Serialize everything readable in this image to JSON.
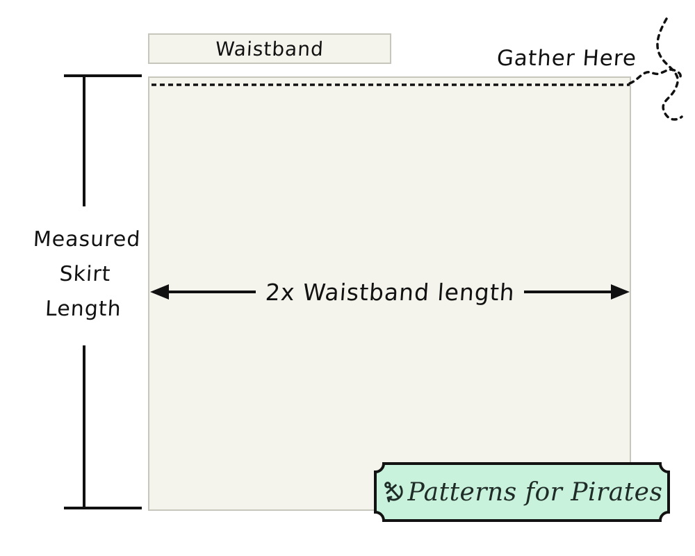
{
  "diagram": {
    "waistband": {
      "label": "Waistband"
    },
    "gather": {
      "label": "Gather Here"
    },
    "skirt_length": {
      "line1": "Measured",
      "line2": "Skirt",
      "line3": "Length"
    },
    "width_arrow": {
      "label": "2x Waistband length"
    },
    "colors": {
      "background": "#ffffff",
      "fabric_fill": "#f5f4ec",
      "fabric_border": "#c6c6bd",
      "ink": "#111111"
    }
  },
  "logo": {
    "label": "Patterns for Pirates",
    "icon": "anchor-icon",
    "colors": {
      "badge_fill": "#c9f2dd",
      "badge_border": "#121212",
      "text": "#1e2b26"
    }
  }
}
